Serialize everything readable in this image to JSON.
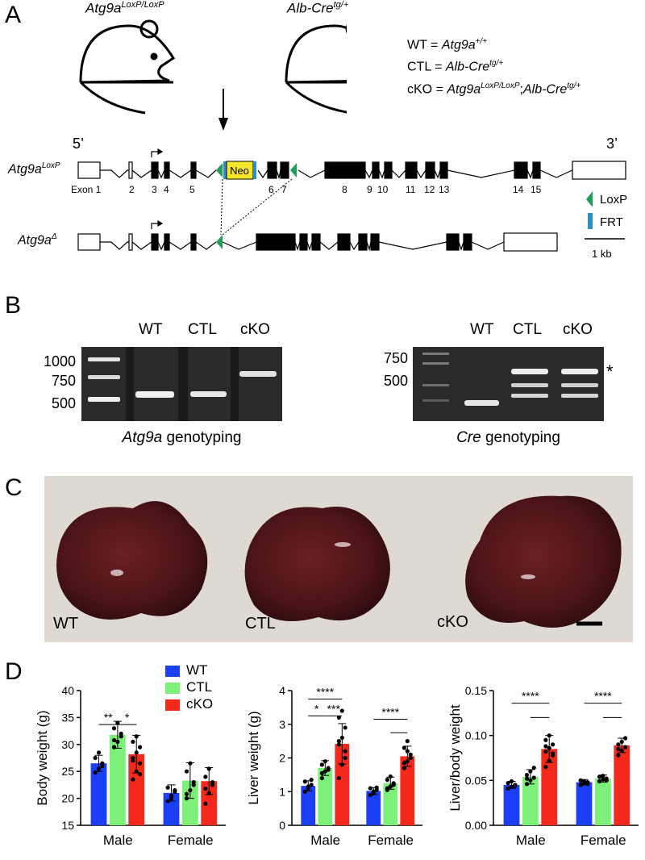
{
  "panels": {
    "a": "A",
    "b": "B",
    "c": "C",
    "d": "D"
  },
  "panel_a": {
    "mouse_left": {
      "name": "Atg9a",
      "sup": "LoxP/LoxP"
    },
    "mouse_right": {
      "name": "Alb-Cre",
      "sup": "tg/+"
    },
    "defs": {
      "wt": {
        "label": "WT = ",
        "gene": "Atg9a",
        "sup": "+/+"
      },
      "ctl": {
        "label": "CTL = ",
        "gene": "Alb-Cre",
        "sup": "tg/+"
      },
      "cko": {
        "label": "cKO = ",
        "gene1": "Atg9a",
        "sup1": "LoxP/LoxP",
        "sep": ";",
        "gene2": "Alb-Cre",
        "sup2": "tg/+"
      }
    },
    "allele1": {
      "name": "Atg9a",
      "sup": "LoxP"
    },
    "allele2": {
      "name": "Atg9a",
      "sup": "Δ"
    },
    "prime5": "5’",
    "prime3": "3’",
    "neo": "Neo",
    "exon_labels": [
      "Exon 1",
      "2",
      "3",
      "4",
      "5",
      "6",
      "7",
      "8",
      "9",
      "10",
      "11",
      "12",
      "13",
      "14",
      "15"
    ],
    "legend": {
      "loxp": "LoxP",
      "frt": "FRT",
      "scale": "1 kb"
    },
    "colors": {
      "loxp": "#1f9e5a",
      "frt": "#2a8fd0",
      "neo": "#f5e62a"
    }
  },
  "panel_b": {
    "gel1": {
      "lanes": [
        "WT",
        "CTL",
        "cKO"
      ],
      "ladder": [
        "1000",
        "750",
        "500"
      ],
      "caption_gene": "Atg9a",
      "caption_rest": " genotyping"
    },
    "gel2": {
      "lanes": [
        "WT",
        "CTL",
        "cKO"
      ],
      "ladder": [
        "750",
        "500"
      ],
      "star": "*",
      "caption_gene": "Cre",
      "caption_rest": " genotyping"
    }
  },
  "panel_c": {
    "labels": [
      "WT",
      "CTL",
      "cKO"
    ]
  },
  "panel_d": {
    "legend": [
      "WT",
      "CTL",
      "cKO"
    ],
    "colors": {
      "WT": "#1a3ff5",
      "CTL": "#7df07a",
      "cKO": "#f5281c"
    },
    "chart_data": [
      {
        "type": "bar",
        "ylabel": "Body weight (g)",
        "categories": [
          "Male",
          "Female"
        ],
        "ylim": [
          15,
          40
        ],
        "yticks": [
          15,
          20,
          25,
          30,
          35,
          40
        ],
        "series": [
          {
            "name": "WT",
            "values": [
              26.5,
              21
            ]
          },
          {
            "name": "CTL",
            "values": [
              31.8,
              23.3
            ]
          },
          {
            "name": "cKO",
            "values": [
              28.2,
              23.2
            ]
          }
        ],
        "errors": [
          [
            1.5,
            1.5
          ],
          [
            2.5,
            3.3
          ],
          [
            3.5,
            2.5
          ]
        ],
        "points": [
          [
            [
              24.8,
              25.5,
              26.5,
              27.5,
              28.5,
              26
            ],
            [
              19.5,
              20.5,
              21.5,
              22,
              20,
              21.2
            ]
          ],
          [
            [
              29.5,
              30.5,
              31.5,
              33,
              34,
              32,
              30.8
            ],
            [
              20,
              21.5,
              22.5,
              25,
              26.5,
              23,
              20.8
            ]
          ],
          [
            [
              23.5,
              25,
              26.5,
              27.5,
              28.5,
              29.5,
              30.5,
              31.5,
              24.5,
              27
            ],
            [
              19,
              21,
              22.5,
              24,
              25.5,
              23,
              21.8
            ]
          ]
        ],
        "annotations": [
          {
            "text": "**",
            "from": 0,
            "to": 1,
            "y": 33.7
          },
          {
            "text": "*",
            "from": 1,
            "to": 2,
            "y": 33.7
          }
        ]
      },
      {
        "type": "bar",
        "ylabel": "Liver weight (g)",
        "categories": [
          "Male",
          "Female"
        ],
        "ylim": [
          0,
          4
        ],
        "yticks": [
          0,
          1,
          2,
          3,
          4
        ],
        "series": [
          {
            "name": "WT",
            "values": [
              1.17,
              1.02
            ]
          },
          {
            "name": "CTL",
            "values": [
              1.7,
              1.25
            ]
          },
          {
            "name": "cKO",
            "values": [
              2.42,
              2.05
            ]
          }
        ],
        "errors": [
          [
            0.15,
            0.1
          ],
          [
            0.22,
            0.18
          ],
          [
            0.6,
            0.3
          ]
        ],
        "points": [
          [
            [
              1.0,
              1.1,
              1.2,
              1.3,
              1.15,
              1.35
            ],
            [
              0.9,
              0.95,
              1.05,
              1.1,
              1.0,
              1.12
            ]
          ],
          [
            [
              1.4,
              1.6,
              1.7,
              1.8,
              1.9,
              1.65,
              1.55
            ],
            [
              1.05,
              1.15,
              1.25,
              1.35,
              1.45,
              1.2,
              1.1
            ]
          ],
          [
            [
              1.4,
              1.8,
              2.2,
              2.4,
              2.6,
              2.9,
              3.2,
              3.4,
              2.0,
              2.5
            ],
            [
              1.7,
              1.9,
              2.1,
              2.3,
              2.5,
              2.0,
              1.85,
              2.2
            ]
          ]
        ],
        "annotations": [
          {
            "text": "****",
            "from": 0,
            "to": 2,
            "y": 3.75
          },
          {
            "text": "*",
            "from": 0,
            "to": 1,
            "y": 3.25
          },
          {
            "text": "***",
            "from": 1,
            "to": 2,
            "y": 3.25
          }
        ],
        "female_annotations": [
          {
            "text": "****",
            "from": 0,
            "to": 2,
            "y": 3.15
          },
          {
            "text": "",
            "from": 1,
            "to": 2,
            "y": 2.75
          }
        ]
      },
      {
        "type": "bar",
        "ylabel": "Liver/body weight",
        "categories": [
          "Male",
          "Female"
        ],
        "ylim": [
          0,
          0.15
        ],
        "yticks": [
          "0.00",
          "0.05",
          "0.10",
          "0.15"
        ],
        "yvals": [
          0,
          0.05,
          0.1,
          0.15
        ],
        "series": [
          {
            "name": "WT",
            "values": [
              0.045,
              0.048
            ]
          },
          {
            "name": "CTL",
            "values": [
              0.054,
              0.052
            ]
          },
          {
            "name": "cKO",
            "values": [
              0.085,
              0.089
            ]
          }
        ],
        "errors": [
          [
            0.004,
            0.003
          ],
          [
            0.008,
            0.004
          ],
          [
            0.015,
            0.008
          ]
        ],
        "points": [
          [
            [
              0.041,
              0.043,
              0.045,
              0.047,
              0.049,
              0.044
            ],
            [
              0.045,
              0.047,
              0.048,
              0.05,
              0.049,
              0.046
            ]
          ],
          [
            [
              0.046,
              0.05,
              0.053,
              0.056,
              0.06,
              0.064,
              0.052
            ],
            [
              0.049,
              0.051,
              0.052,
              0.054,
              0.055,
              0.05
            ]
          ],
          [
            [
              0.065,
              0.072,
              0.078,
              0.082,
              0.086,
              0.09,
              0.095,
              0.1,
              0.08,
              0.088
            ],
            [
              0.078,
              0.083,
              0.087,
              0.09,
              0.093,
              0.097,
              0.085
            ]
          ]
        ],
        "annotations": [
          {
            "text": "****",
            "from": 0,
            "to": 2,
            "y": 0.136
          },
          {
            "text": "",
            "from": 1,
            "to": 2,
            "y": 0.12
          }
        ],
        "female_annotations": [
          {
            "text": "****",
            "from": 0,
            "to": 2,
            "y": 0.136
          },
          {
            "text": "",
            "from": 1,
            "to": 2,
            "y": 0.12
          }
        ]
      }
    ]
  }
}
